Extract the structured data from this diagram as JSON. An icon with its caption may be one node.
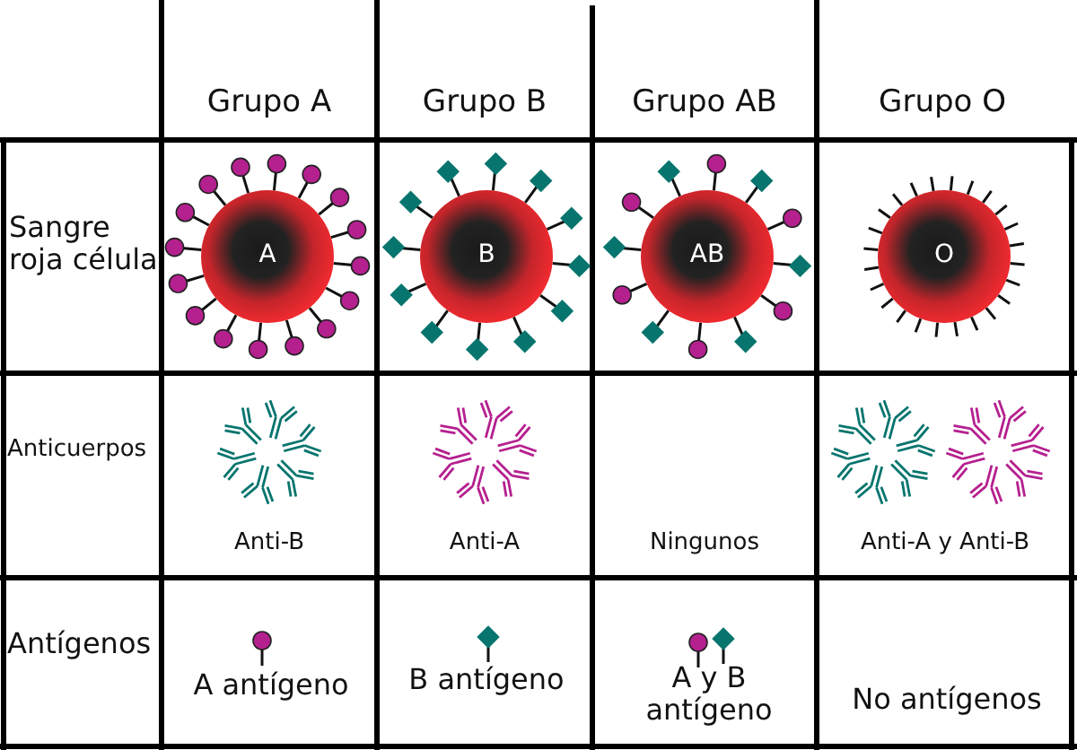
{
  "diagram": {
    "labels": [
      "Grupo A",
      "Grupo B",
      "Grupo AB",
      "Grupo O",
      "Sangre roja célula",
      "A",
      "B",
      "AB",
      "O",
      "Anticuerpos",
      "Anti-B",
      "Anti-A",
      "Ningunos",
      "Anti-A y Anti-B",
      "Antígenos",
      "A antígeno",
      "B antígeno",
      "A y B antígeno",
      "No antígenos"
    ]
  }
}
